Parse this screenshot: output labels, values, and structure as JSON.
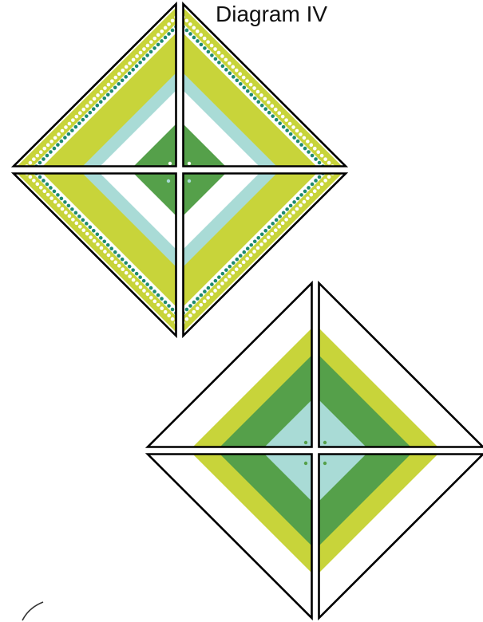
{
  "title": "Diagram IV",
  "colors": {
    "lime": "#c8d43a",
    "dark_green": "#55a04a",
    "light_blue": "#a9dbd6",
    "teal_dot": "#1e8a6e",
    "white": "#ffffff",
    "outline": "#000000"
  },
  "blocks": [
    {
      "name": "upper-block",
      "rings_outer_to_inner": [
        "lime",
        "white",
        "lime",
        "light_blue",
        "white",
        "dark_green"
      ],
      "dotted_rows": [
        "white",
        "teal_dot"
      ],
      "parts": 4
    },
    {
      "name": "lower-block",
      "rings_outer_to_inner": [
        "white",
        "lime",
        "dark_green",
        "light_blue"
      ],
      "dotted_rows": [],
      "parts": 4
    }
  ]
}
